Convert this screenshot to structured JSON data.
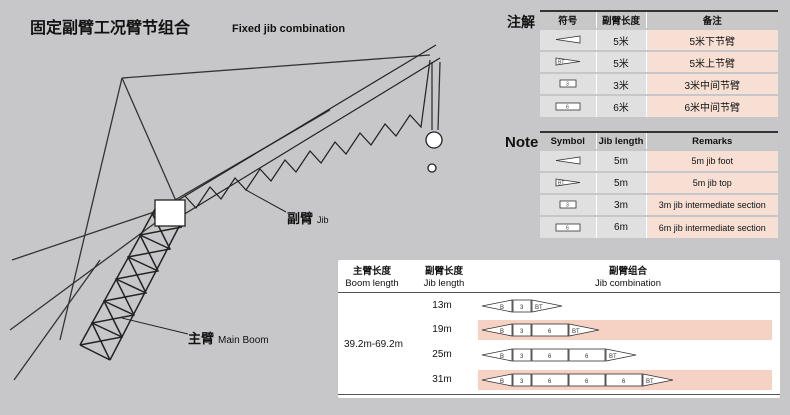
{
  "title": "固定副臂工况臂节组合",
  "subtitle": "Fixed  jib combination",
  "labels": {
    "jib_cn": "副臂",
    "jib_en": "Jib",
    "main_cn": "主臂",
    "main_en": "Main Boom"
  },
  "notes_cn": {
    "side_label": "注解",
    "headers": [
      "符号",
      "副臂长度",
      "备注"
    ],
    "rows": [
      {
        "symbol": "tip",
        "length": "5米",
        "remark": "5米下节臂"
      },
      {
        "symbol": "BT",
        "length": "5米",
        "remark": "5米上节臂"
      },
      {
        "symbol": "3",
        "length": "3米",
        "remark": "3米中间节臂"
      },
      {
        "symbol": "6",
        "length": "6米",
        "remark": "6米中间节臂"
      }
    ]
  },
  "notes_en": {
    "side_label": "Note",
    "headers": [
      "Symbol",
      "Jib length",
      "Remarks"
    ],
    "rows": [
      {
        "symbol": "tip",
        "length": "5m",
        "remark": "5m jib foot"
      },
      {
        "symbol": "BT",
        "length": "5m",
        "remark": "5m jib top"
      },
      {
        "symbol": "3",
        "length": "3m",
        "remark": "3m jib intermediate section"
      },
      {
        "symbol": "6",
        "length": "6m",
        "remark": "6m jib intermediate section"
      }
    ]
  },
  "combination": {
    "headers": {
      "boom_cn": "主臂长度",
      "boom_en": "Boom length",
      "jib_cn": "副臂长度",
      "jib_en": "Jib length",
      "combo_cn": "副臂组合",
      "combo_en": "Jib combination"
    },
    "boom_range": "39.2m-69.2m",
    "rows": [
      {
        "jib_length": "13m",
        "sections": [
          "B",
          "3",
          "BT"
        ]
      },
      {
        "jib_length": "19m",
        "sections": [
          "B",
          "3",
          "6",
          "BT"
        ]
      },
      {
        "jib_length": "25m",
        "sections": [
          "B",
          "3",
          "6",
          "6",
          "BT"
        ]
      },
      {
        "jib_length": "31m",
        "sections": [
          "B",
          "3",
          "6",
          "6",
          "6",
          "BT"
        ]
      }
    ]
  },
  "colors": {
    "highlight": "#f6d2c4",
    "background": "#c7c7c9",
    "table_cell": "#e0e0e0"
  }
}
